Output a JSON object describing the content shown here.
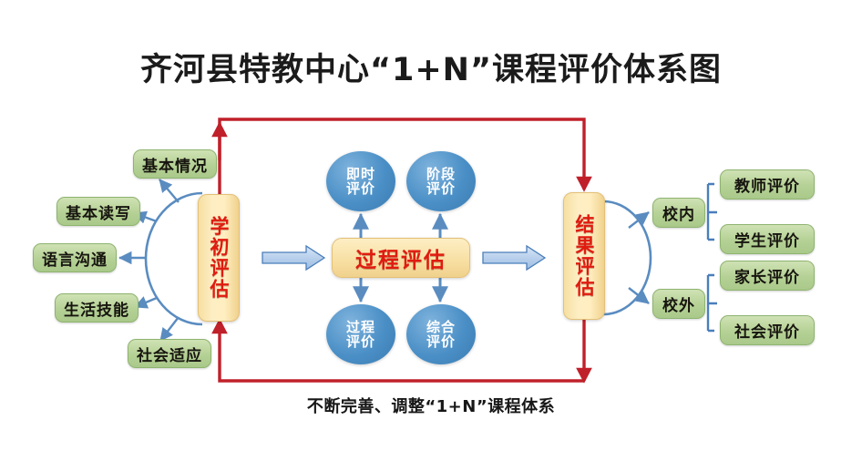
{
  "header": {
    "title": "齐河县特教中心“1+N”课程评价体系图"
  },
  "footer": {
    "caption": "不断完善、调整“1+N”课程体系"
  },
  "colors": {
    "loop_red": "#c0202a",
    "green_box": "#b5d195",
    "green_border": "#8fb470",
    "tan_box": "#f8e0a4",
    "tan_border": "#e3c077",
    "red_text": "#e01b0f",
    "blue_ellipse": "#4a8fc6",
    "blue_arrow_fill": "#bcd3ef",
    "blue_arrow_stroke": "#4a7ebb",
    "arc_blue": "#5a8cc0",
    "title_text": "#1b1b1b"
  },
  "stages": {
    "initial": {
      "label": "学初评估",
      "orientation": "vertical"
    },
    "process": {
      "label": "过程评估",
      "orientation": "horizontal"
    },
    "result": {
      "label": "结果评估",
      "orientation": "vertical"
    }
  },
  "initial_assessment_items": [
    {
      "label": "基本情况"
    },
    {
      "label": "基本读写"
    },
    {
      "label": "语言沟通"
    },
    {
      "label": "生活技能"
    },
    {
      "label": "社会适应"
    }
  ],
  "process_evaluations": [
    {
      "label": "即时评价",
      "line1": "即时",
      "line2": "评价",
      "position": "top-left"
    },
    {
      "label": "阶段评价",
      "line1": "阶段",
      "line2": "评价",
      "position": "top-right"
    },
    {
      "label": "过程评价",
      "line1": "过程",
      "line2": "评价",
      "position": "bottom-left"
    },
    {
      "label": "综合评价",
      "line1": "综合",
      "line2": "评价",
      "position": "bottom-right"
    }
  ],
  "result_groups": [
    {
      "label": "校内",
      "items": [
        {
          "label": "教师评价"
        },
        {
          "label": "学生评价"
        }
      ]
    },
    {
      "label": "校外",
      "items": [
        {
          "label": "家长评价"
        },
        {
          "label": "社会评价"
        }
      ]
    }
  ]
}
